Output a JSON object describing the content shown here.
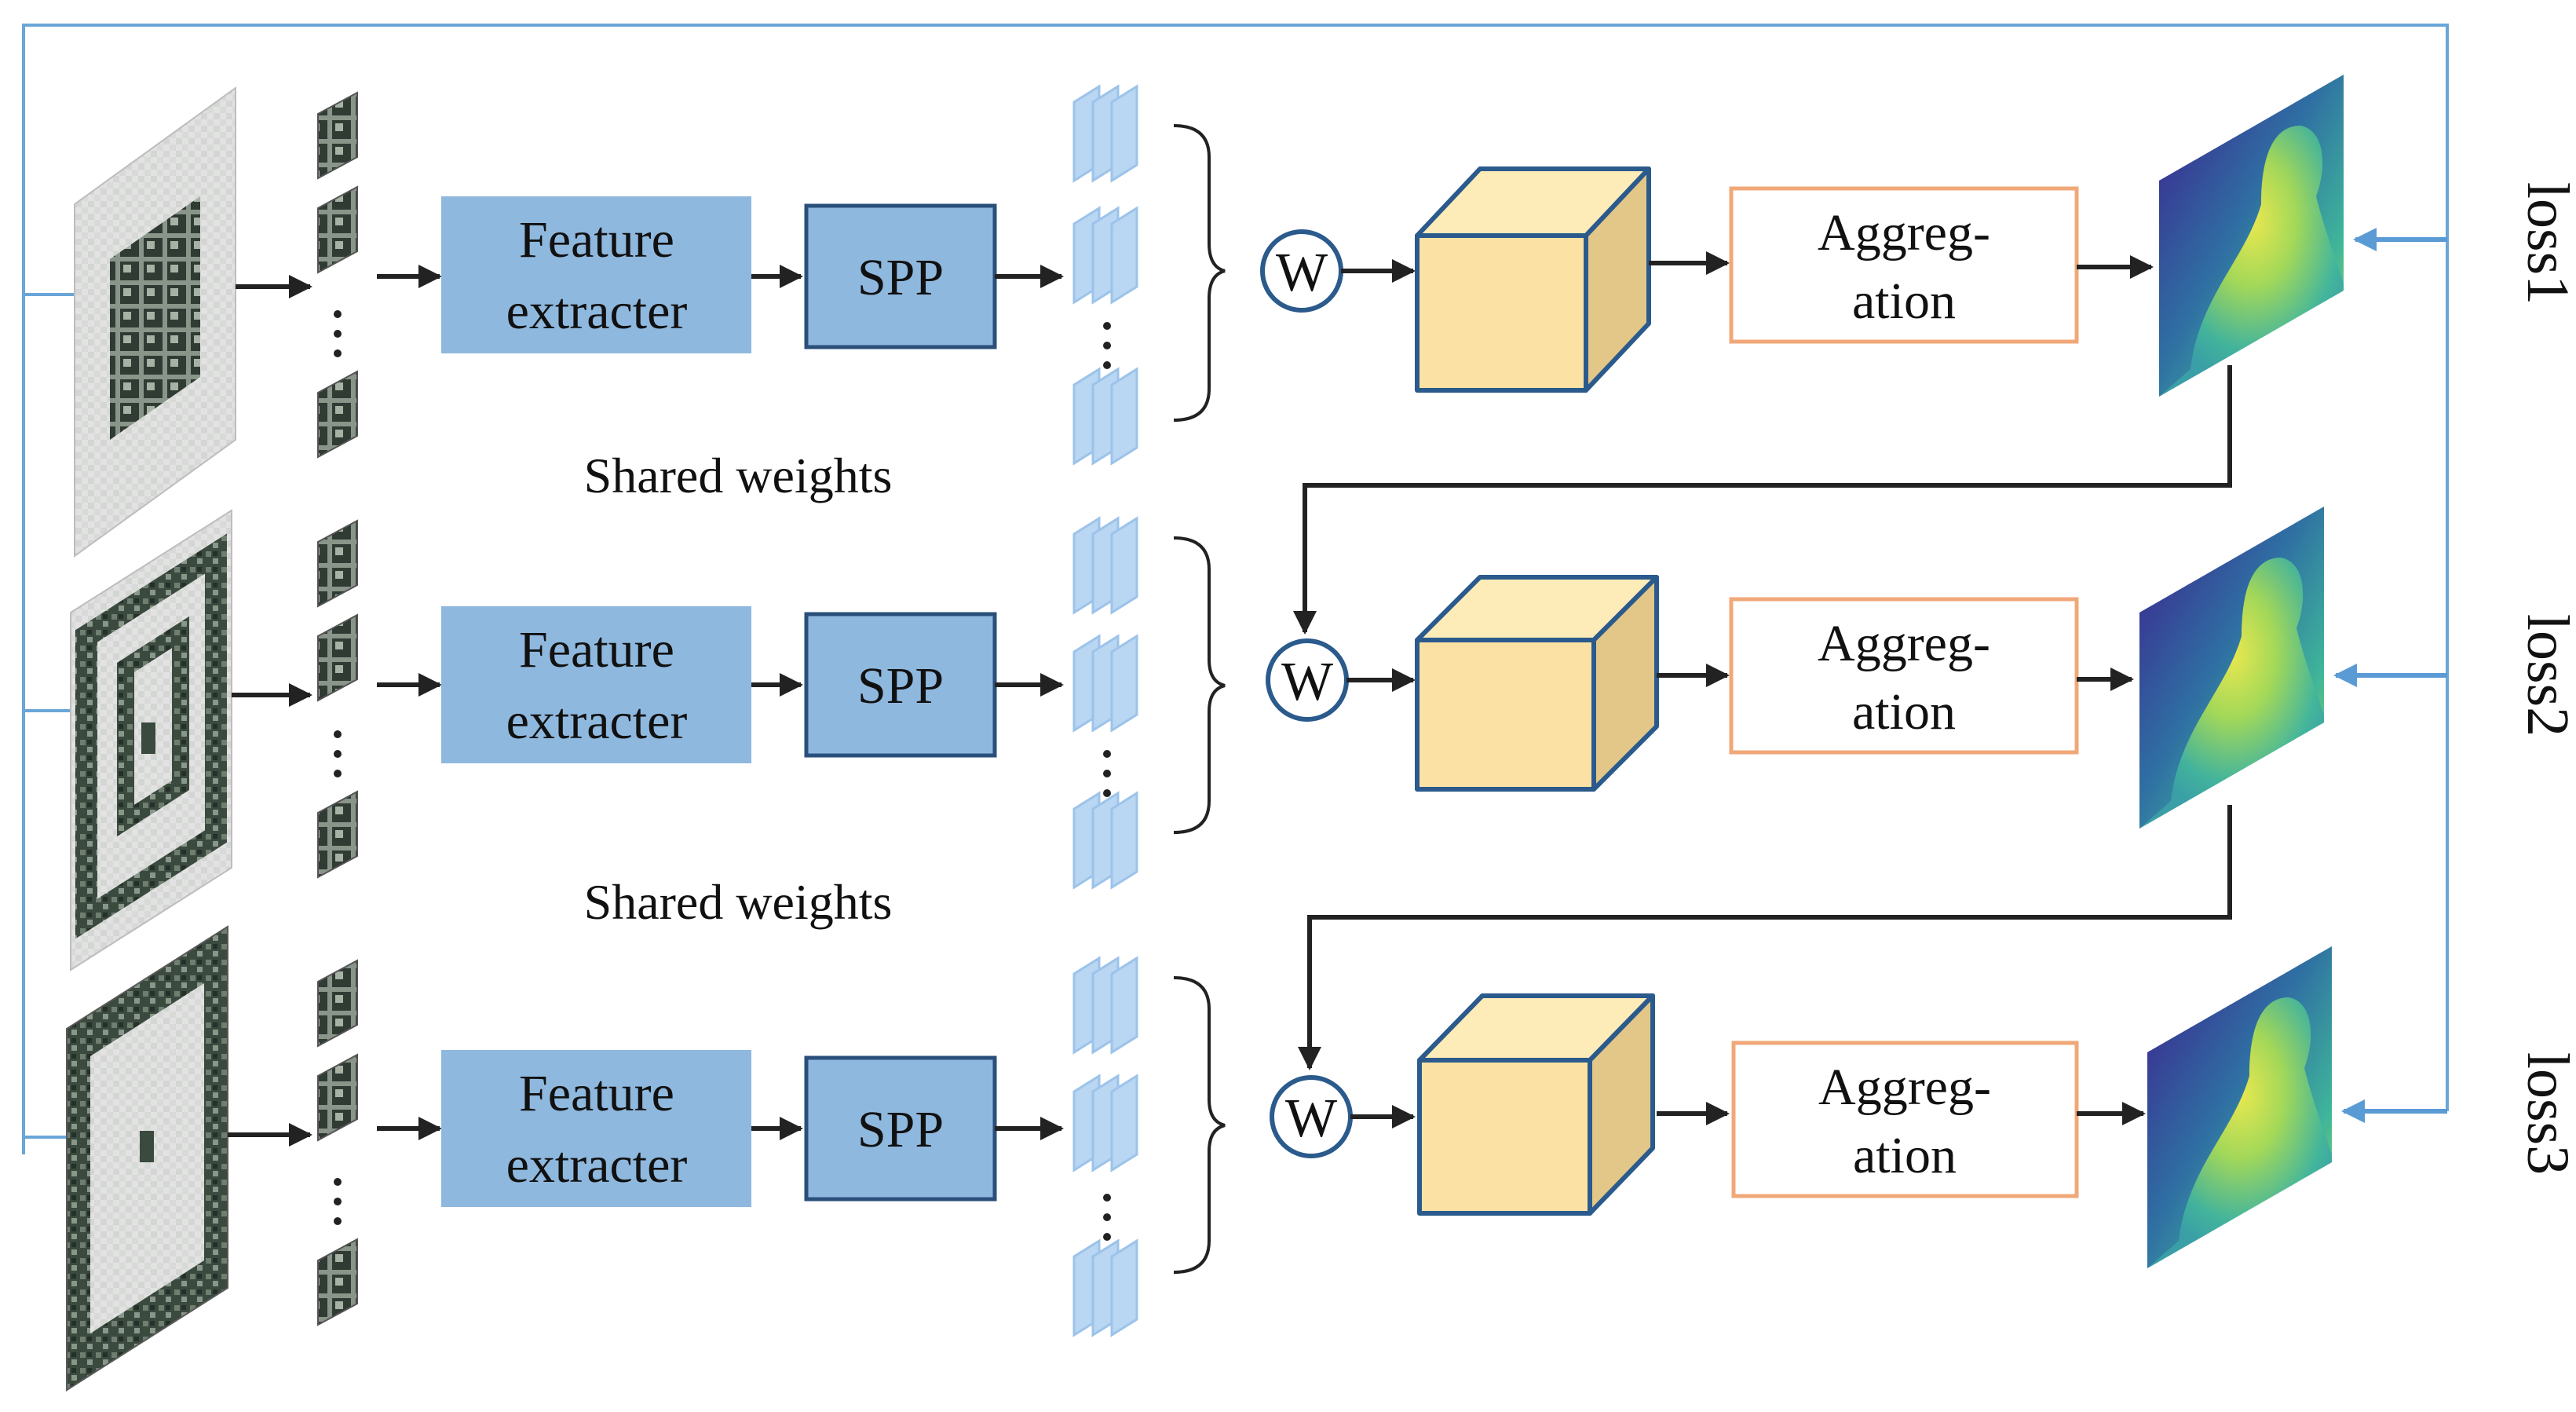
{
  "rows": [
    {
      "feature_label": [
        "Feature",
        "extracter"
      ],
      "spp_label": "SPP",
      "weight_symbol": "W",
      "aggregation_label": [
        "Aggreg-",
        "ation"
      ],
      "loss_label": "loss1"
    },
    {
      "feature_label": [
        "Feature",
        "extracter"
      ],
      "spp_label": "SPP",
      "weight_symbol": "W",
      "aggregation_label": [
        "Aggreg-",
        "ation"
      ],
      "loss_label": "loss2"
    },
    {
      "feature_label": [
        "Feature",
        "extracter"
      ],
      "spp_label": "SPP",
      "weight_symbol": "W",
      "aggregation_label": [
        "Aggreg-",
        "ation"
      ],
      "loss_label": "loss3"
    }
  ],
  "shared_weights_labels": [
    "Shared weights",
    "Shared weights"
  ],
  "colors": {
    "feature_box": "#8fb8de",
    "spp_box": "#8fb8de",
    "spp_border": "#2a4f7a",
    "aggregation_border": "#f0a878",
    "cube_front": "#fbe2a4",
    "cube_side": "#e2c788",
    "cube_edge": "#2b5a8c",
    "loss_line": "#6aa6d8",
    "arrow": "#222222"
  }
}
